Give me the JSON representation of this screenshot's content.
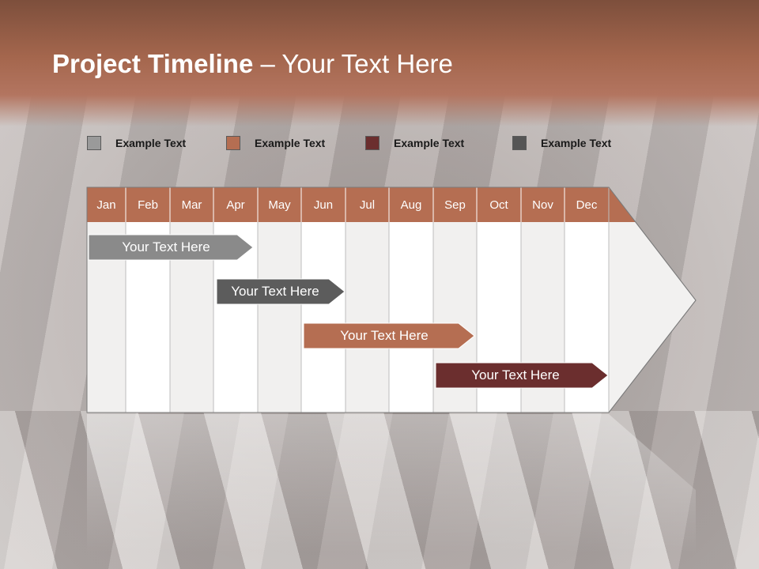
{
  "slide": {
    "title_bold": "Project Timeline",
    "title_rest": " – Your Text Here"
  },
  "legend": [
    {
      "label": "Example Text",
      "color": "#9a9a9a"
    },
    {
      "label": "Example Text",
      "color": "#b56e52"
    },
    {
      "label": "Example Text",
      "color": "#6b2e2e"
    },
    {
      "label": "Example Text",
      "color": "#555555"
    }
  ],
  "timeline": {
    "months": [
      "Jan",
      "Feb",
      "Mar",
      "Apr",
      "May",
      "Jun",
      "Jul",
      "Aug",
      "Sep",
      "Oct",
      "Nov",
      "Dec"
    ],
    "header_color": "#b56e52",
    "tasks": [
      {
        "label": "Your  Text Here",
        "color": "#8a8a8a"
      },
      {
        "label": "Your  Text Here",
        "color": "#5c5c5c"
      },
      {
        "label": "Your  Text Here",
        "color": "#b56e52"
      },
      {
        "label": "Your  Text Here",
        "color": "#6b2e2e"
      }
    ]
  }
}
